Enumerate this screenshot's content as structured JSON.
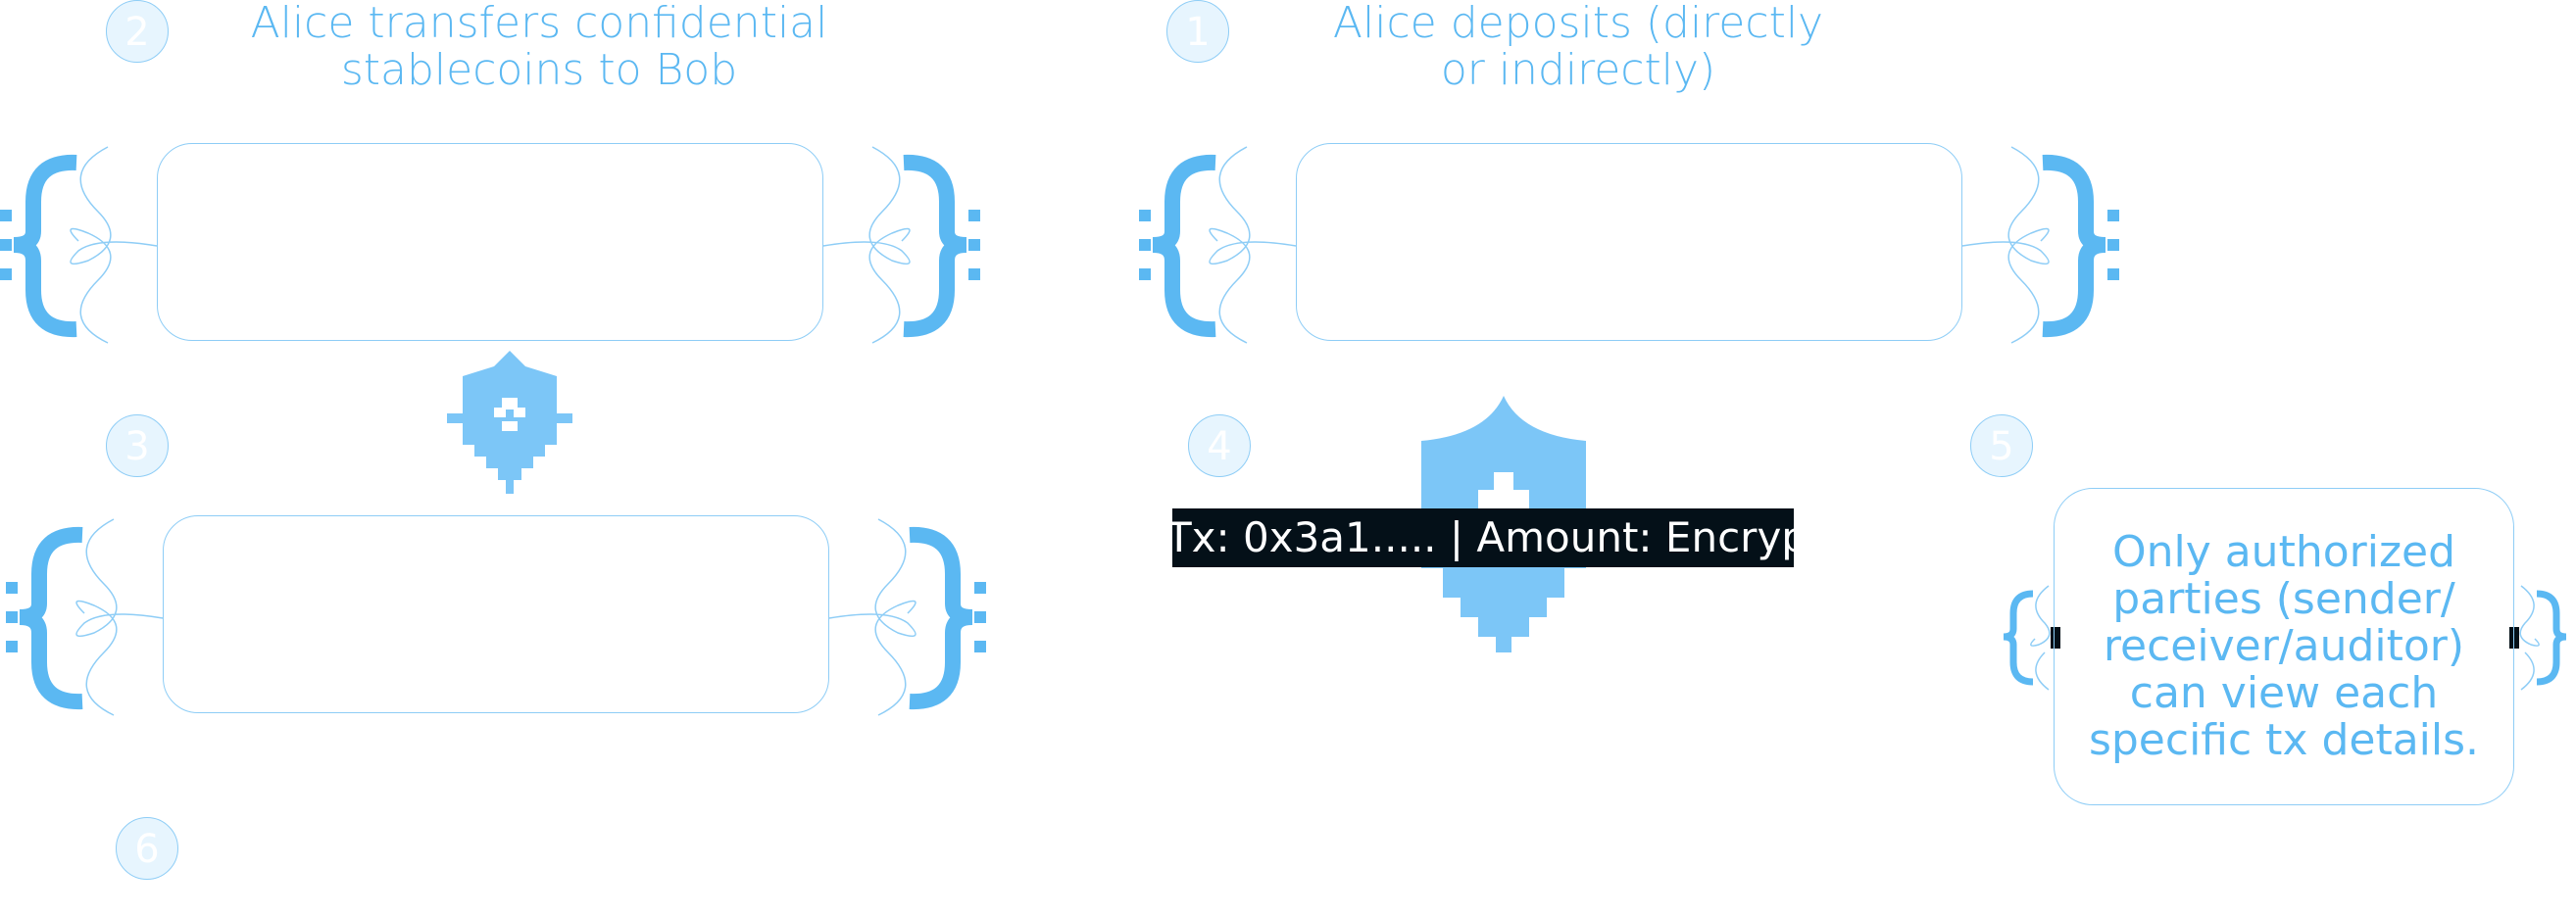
{
  "colors": {
    "accent": "#5bb8f2",
    "accent_light": "#8ecdf6",
    "badge_fill": "#e7f5fe",
    "shield": "#7cc6f7",
    "tx_bar": "#041018"
  },
  "steps": [
    {
      "number": "2",
      "title": "Alice transfers confidential stablecoins to Bob"
    },
    {
      "number": "1",
      "title": "Alice deposits (directly or indirectly)"
    },
    {
      "number": "3"
    },
    {
      "number": "4"
    },
    {
      "number": "5"
    },
    {
      "number": "6"
    }
  ],
  "headings": {
    "step2": [
      "Alice transfers confidential",
      "stablecoins to Bob"
    ],
    "step1": [
      "Alice deposits (directly",
      "or indirectly)"
    ]
  },
  "tx_record": "Tx: 0x3a1..... | Amount: Encryp",
  "privacy_note": "Only authorized parties (sender/ receiver/auditor) can view each specific tx details.",
  "icons": [
    "shield-icon",
    "brace-left-icon",
    "brace-right-icon"
  ]
}
